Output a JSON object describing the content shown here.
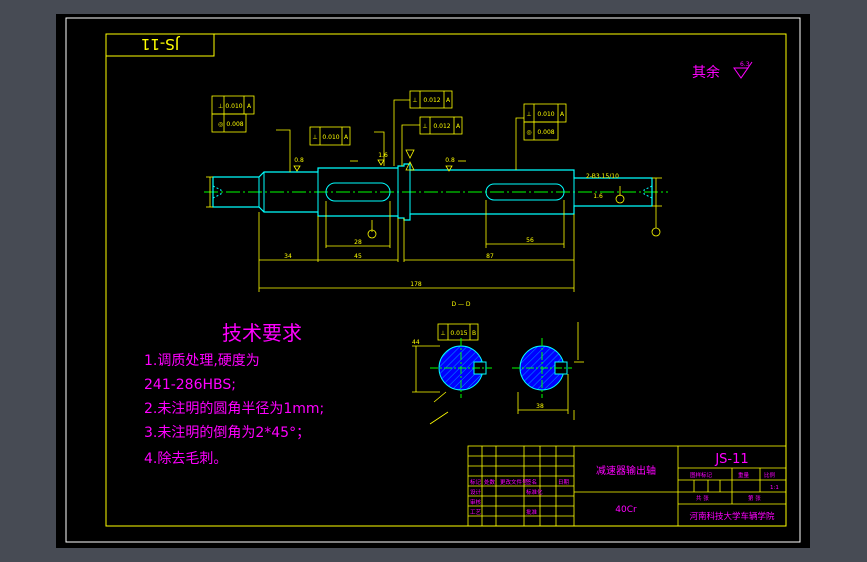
{
  "drawing": {
    "code_stamp": "JS-11",
    "roughness_note": "其余",
    "roughness_symbol": "6.3",
    "section_label": "D — D",
    "center_hole_note": "2-B3.15/10"
  },
  "tolerances": {
    "frame_a": {
      "sym": "⊥",
      "val": "0.010",
      "ref": "A"
    },
    "frame_a2": {
      "sym": "◎",
      "val": "0.008"
    },
    "frame_b": {
      "sym": "⊥",
      "val": "0.010",
      "ref": "A"
    },
    "frame_c": {
      "sym": "⊥",
      "val": "0.012",
      "ref": "A"
    },
    "frame_c2": {
      "sym": "⊥",
      "val": "0.012",
      "ref": "A"
    },
    "frame_d": {
      "sym": "⊥",
      "val": "0.010",
      "ref": "A"
    },
    "frame_d2": {
      "sym": "◎",
      "val": "0.008"
    },
    "frame_section": {
      "sym": "⊥",
      "val": "0.015",
      "ref": "B"
    }
  },
  "dimensions": {
    "d_left1": "34",
    "d_left2": "45",
    "d_key1": "28",
    "d_right": "87",
    "d_key2": "56",
    "d_total": "178",
    "d_sec_a": "44",
    "d_sec_b": "38",
    "roughness_a": "0.8",
    "roughness_b": "0.8",
    "roughness_c": "1.6",
    "roughness_d": "1.6"
  },
  "requirements": {
    "title": "技术要求",
    "line1": "1.调质处理,硬度为",
    "line2": "241-286HBS;",
    "line3": "2.未注明的圆角半径为1mm;",
    "line4": "3.未注明的倒角为2*45°；",
    "line5": "4.除去毛刺。"
  },
  "title_block": {
    "part_name": "减速器输出轴",
    "drawing_no": "JS-11",
    "material": "40Cr",
    "scale": "1:1",
    "school": "河南科技大学车辆学院",
    "hdr_mark": "图样标记",
    "hdr_weight": "重量",
    "hdr_scale": "比例",
    "hdr_sheets": "共  张",
    "hdr_sheet": "第  张",
    "lbl_mark": "标记",
    "lbl_count": "处数",
    "lbl_docno": "更改文件号",
    "lbl_sign": "签名",
    "lbl_date": "日期",
    "lbl_design": "设计",
    "lbl_std": "标准化",
    "lbl_check": "审核",
    "lbl_craft": "工艺",
    "lbl_approve": "批准"
  },
  "colors": {
    "background": "#000000",
    "frame": "#ffff00",
    "magenta": "#ff00ff",
    "cyan": "#00ffff",
    "green": "#00ff00",
    "blue_fill": "#0000ff",
    "viewport": "#474b54"
  }
}
